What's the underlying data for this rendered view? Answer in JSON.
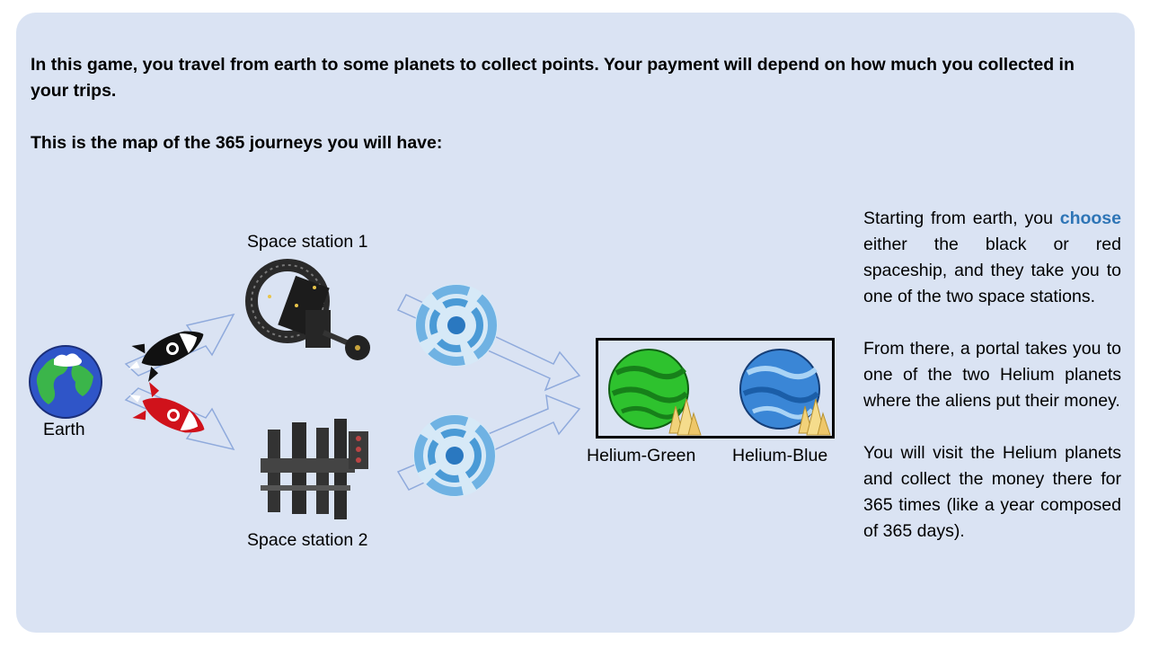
{
  "intro": {
    "line1": "In this game, you travel from earth to some planets to collect points. Your payment will depend on how much you collected in your trips.",
    "line2": "This is the map of the 365 journeys you will have:"
  },
  "map": {
    "earth_label": "Earth",
    "station1_label": "Space station 1",
    "station2_label": "Space station 2",
    "planet_green_label": "Helium-Green",
    "planet_blue_label": "Helium-Blue"
  },
  "side_text": {
    "p1_before": "Starting from earth, you ",
    "p1_emph": "choose",
    "p1_after": " either the black or red spaceship, and they take you to one of the two space stations.",
    "p2": "From there, a portal takes you to one of the two Helium planets where the aliens put their money.",
    "p3": "You will visit the Helium planets and collect the money there for 365 times (like a year composed of 365 days)."
  },
  "colors": {
    "panel": "#dae3f3",
    "emphasis": "#2e75b6",
    "arrow_fill": "#dae3f3",
    "arrow_stroke": "#8faadc",
    "green_planet": "#2ec22e",
    "blue_planet": "#3a86d6",
    "earth_ocean": "#2f55c8",
    "earth_land": "#3bb54a"
  },
  "icons": [
    "earth-icon",
    "black-rocket-icon",
    "red-rocket-icon",
    "space-station-1-icon",
    "space-station-2-icon",
    "portal-icon",
    "green-planet-icon",
    "blue-planet-icon",
    "crystal-icon"
  ]
}
